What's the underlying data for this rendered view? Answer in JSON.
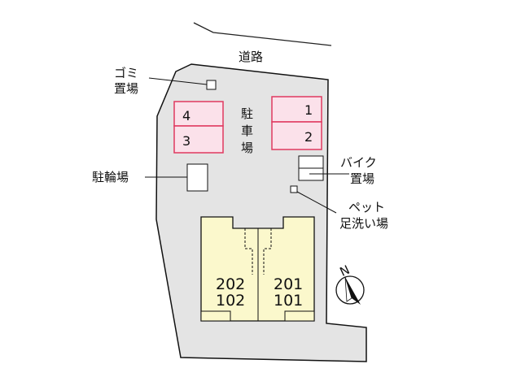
{
  "road": {
    "label": "道路"
  },
  "garbage": {
    "label_line1": "ゴミ",
    "label_line2": "置場"
  },
  "parking": {
    "label_chars": [
      "駐",
      "車",
      "場"
    ],
    "spaces": [
      "1",
      "2",
      "3",
      "4"
    ]
  },
  "bicycle_parking": {
    "label": "駐輪場"
  },
  "motorbike_parking": {
    "label_line1": "バイク",
    "label_line2": "置場"
  },
  "pet_wash": {
    "label_line1": "ペット",
    "label_line2": "足洗い場"
  },
  "building": {
    "left_units": [
      "202",
      "102"
    ],
    "right_units": [
      "201",
      "101"
    ]
  },
  "compass": {
    "label": "N"
  },
  "colors": {
    "lot": "#e4e4e4",
    "building": "#fbf8cc",
    "parking_fill": "#fbe1ea",
    "parking_stroke": "#e0395f"
  }
}
